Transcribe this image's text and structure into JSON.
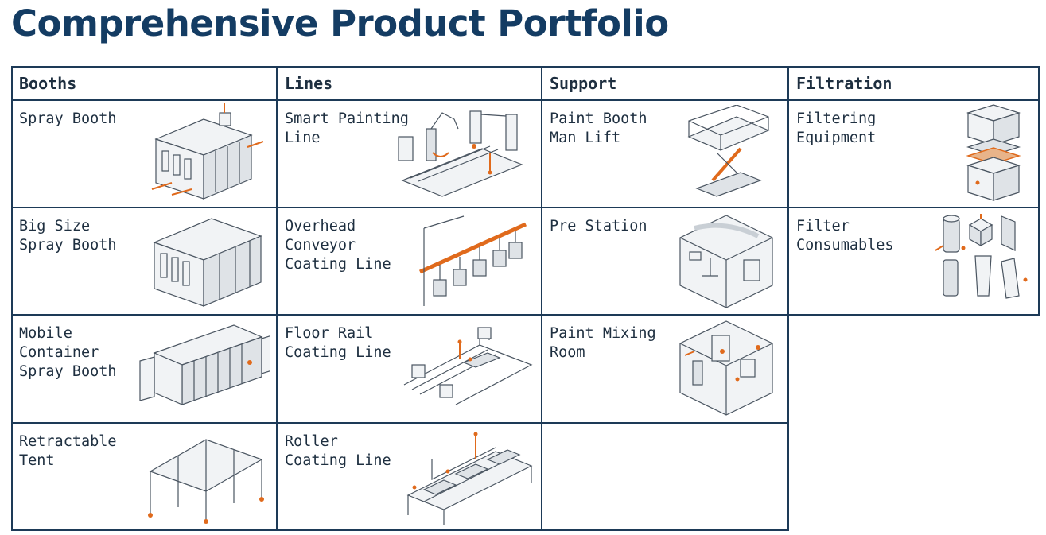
{
  "page": {
    "title": "Comprehensive Product Portfolio"
  },
  "colors": {
    "title": "#143c63",
    "grid_line": "#1d3a57",
    "accent": "#e06a1c",
    "text": "#1e2f40"
  },
  "columns": [
    {
      "key": "booths",
      "header": "Booths",
      "items": [
        {
          "label": "Spray Booth",
          "icon": "spray-booth-icon"
        },
        {
          "label": "Big Size\nSpray Booth",
          "icon": "big-spray-booth-icon"
        },
        {
          "label": "Mobile\nContainer\nSpray Booth",
          "icon": "container-booth-icon"
        },
        {
          "label": "Retractable\nTent",
          "icon": "retractable-tent-icon"
        }
      ]
    },
    {
      "key": "lines",
      "header": "Lines",
      "items": [
        {
          "label": "Smart Painting\nLine",
          "icon": "robot-painting-line-icon"
        },
        {
          "label": "Overhead\nConveyor\nCoating Line",
          "icon": "overhead-conveyor-icon"
        },
        {
          "label": "Floor Rail\nCoating Line",
          "icon": "floor-rail-line-icon"
        },
        {
          "label": "Roller\nCoating Line",
          "icon": "roller-line-icon"
        }
      ]
    },
    {
      "key": "support",
      "header": "Support",
      "items": [
        {
          "label": "Paint Booth\nMan Lift",
          "icon": "scissor-lift-icon"
        },
        {
          "label": "Pre Station",
          "icon": "pre-station-room-icon"
        },
        {
          "label": "Paint Mixing\nRoom",
          "icon": "mixing-room-icon"
        }
      ]
    },
    {
      "key": "filtration",
      "header": "Filtration",
      "items": [
        {
          "label": "Filtering\nEquipment",
          "icon": "filter-unit-icon"
        },
        {
          "label": "Filter\nConsumables",
          "icon": "filter-cartridges-icon"
        }
      ]
    }
  ]
}
